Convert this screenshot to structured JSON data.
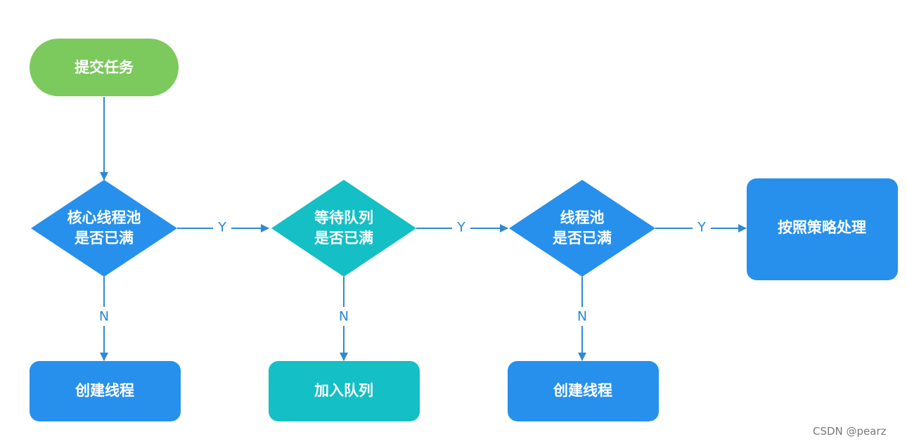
{
  "colors": {
    "start": "#7cc95e",
    "process_blue": "#2690ec",
    "decision_blue": "#2690ec",
    "teal": "#14bfc5",
    "arrow": "#2d8ad4"
  },
  "nodes": {
    "submit": {
      "text": "提交任务"
    },
    "core_full": {
      "line1": "核心线程池",
      "line2": "是否已满"
    },
    "queue_full": {
      "line1": "等待队列",
      "line2": "是否已满"
    },
    "pool_full": {
      "line1": "线程池",
      "line2": "是否已满"
    },
    "policy": {
      "text": "按照策略处理"
    },
    "create_thread_1": {
      "text": "创建线程"
    },
    "add_queue": {
      "text": "加入队列"
    },
    "create_thread_2": {
      "text": "创建线程"
    }
  },
  "edges": {
    "yes": "Y",
    "no": "N"
  },
  "watermark": "CSDN @pearz"
}
